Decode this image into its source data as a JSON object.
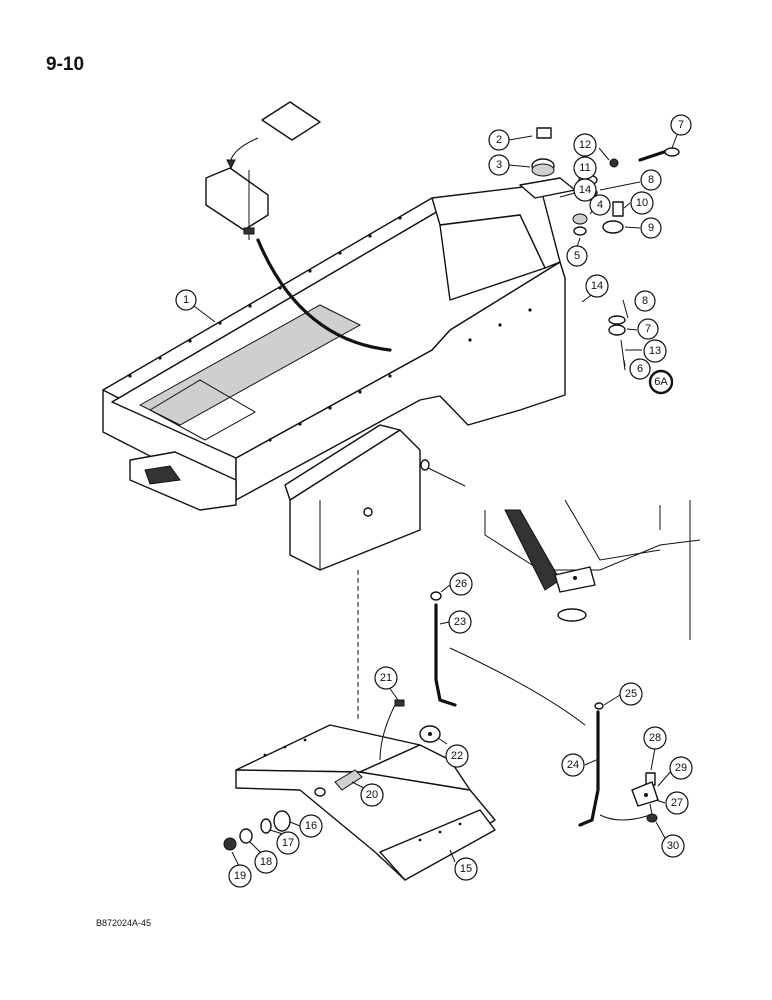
{
  "page_number": "9-10",
  "reference_code": "B872024A-45",
  "callouts": [
    {
      "id": "c1",
      "label": "1"
    },
    {
      "id": "c2",
      "label": "2"
    },
    {
      "id": "c3",
      "label": "3"
    },
    {
      "id": "c4",
      "label": "4"
    },
    {
      "id": "c5",
      "label": "5"
    },
    {
      "id": "c6",
      "label": "6"
    },
    {
      "id": "c6a",
      "label": "6A"
    },
    {
      "id": "c7a",
      "label": "7"
    },
    {
      "id": "c7b",
      "label": "7"
    },
    {
      "id": "c8a",
      "label": "8"
    },
    {
      "id": "c8b",
      "label": "8"
    },
    {
      "id": "c9",
      "label": "9"
    },
    {
      "id": "c10",
      "label": "10"
    },
    {
      "id": "c11",
      "label": "11"
    },
    {
      "id": "c12",
      "label": "12"
    },
    {
      "id": "c13",
      "label": "13"
    },
    {
      "id": "c14a",
      "label": "14"
    },
    {
      "id": "c14b",
      "label": "14"
    },
    {
      "id": "c15",
      "label": "15"
    },
    {
      "id": "c16",
      "label": "16"
    },
    {
      "id": "c17",
      "label": "17"
    },
    {
      "id": "c18",
      "label": "18"
    },
    {
      "id": "c19",
      "label": "19"
    },
    {
      "id": "c20",
      "label": "20"
    },
    {
      "id": "c21",
      "label": "21"
    },
    {
      "id": "c22",
      "label": "22"
    },
    {
      "id": "c23",
      "label": "23"
    },
    {
      "id": "c24",
      "label": "24"
    },
    {
      "id": "c25",
      "label": "25"
    },
    {
      "id": "c26",
      "label": "26"
    },
    {
      "id": "c27",
      "label": "27"
    },
    {
      "id": "c28",
      "label": "28"
    },
    {
      "id": "c29",
      "label": "29"
    },
    {
      "id": "c30",
      "label": "30"
    }
  ]
}
